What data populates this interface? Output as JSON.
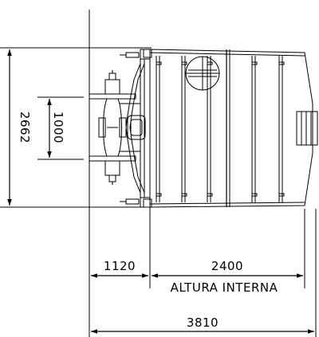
{
  "drawing": {
    "dimensions": {
      "overall_height": "2662",
      "inner_height": "1000",
      "front_length": "1120",
      "body_length": "2400",
      "body_label": "ALTURA INTERNA",
      "total_length": "3810"
    },
    "colors": {
      "line": "#000000",
      "background": "#ffffff"
    }
  }
}
